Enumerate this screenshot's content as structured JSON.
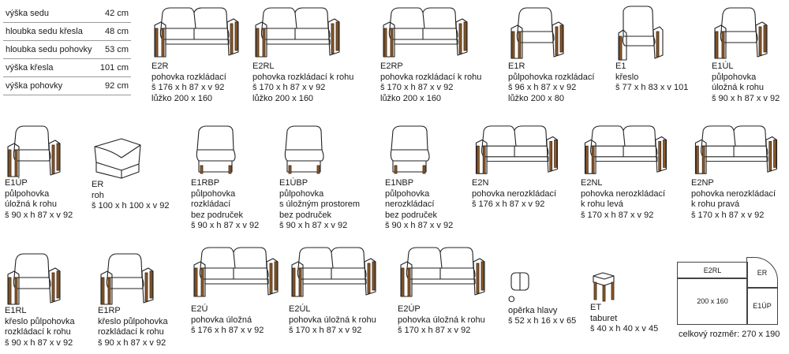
{
  "spec_table": [
    {
      "label": "výška sedu",
      "value": "42 cm"
    },
    {
      "label": "hloubka sedu křesla",
      "value": "48 cm"
    },
    {
      "label": "hloubka sedu pohovky",
      "value": "53 cm"
    },
    {
      "label": "výška křesla",
      "value": "101 cm"
    },
    {
      "label": "výška pohovky",
      "value": "92 cm"
    }
  ],
  "products": [
    {
      "code": "E2R",
      "lines": [
        "pohovka rozkládací",
        "š 176 x h 87 x v 92",
        "lůžko 200 x 160"
      ]
    },
    {
      "code": "E2RL",
      "lines": [
        "pohovka rozkládací k rohu",
        "š 170 x h 87 x v 92",
        "lůžko 200 x 160"
      ]
    },
    {
      "code": "E2RP",
      "lines": [
        "pohovka rozkládací k rohu",
        "š 170 x h 87 x v 92",
        "lůžko 200 x 160"
      ]
    },
    {
      "code": "E1R",
      "lines": [
        "půlpohovka rozkládací",
        "š 96 x h 87 x v 92",
        "lůžko 200 x 80"
      ]
    },
    {
      "code": "E1",
      "lines": [
        "křeslo",
        "š 77  x h 83  x v 101"
      ]
    },
    {
      "code": "E1ÚL",
      "lines": [
        "půlpohovka",
        "úložná k rohu",
        "š 90 x h 87 x v 92"
      ]
    },
    {
      "code": "E1ÚP",
      "lines": [
        "půlpohovka",
        "úložná k rohu",
        "š 90 x h 87 x v 92"
      ]
    },
    {
      "code": "ER",
      "lines": [
        "roh",
        "š 100 x  h 100 x v 92"
      ]
    },
    {
      "code": "E1RBP",
      "lines": [
        "půlpohovka",
        "rozkládací",
        "bez područek",
        "š 90 x h 87 x v 92"
      ]
    },
    {
      "code": "E1ÚBP",
      "lines": [
        "půlpohovka",
        "s úložným prostorem",
        "bez područek",
        "š 90 x h 87 x v 92"
      ]
    },
    {
      "code": "E1NBP",
      "lines": [
        "půlpohovka",
        "nerozkládací",
        "bez područek",
        "š 90 x h 87 x v 92"
      ]
    },
    {
      "code": "E2N",
      "lines": [
        "pohovka nerozkládací",
        "š 176 x h 87 x v 92"
      ]
    },
    {
      "code": "E2NL",
      "lines": [
        "pohovka nerozkládací",
        "k rohu levá",
        "š 170 x h 87 x v 92"
      ]
    },
    {
      "code": "E2NP",
      "lines": [
        "pohovka nerozkládací",
        "k rohu pravá",
        "š 170 x h 87 x v 92"
      ]
    },
    {
      "code": "E1RL",
      "lines": [
        "křeslo půlpohovka",
        "rozkládací k rohu",
        "š 90 x h 87 x v 92"
      ]
    },
    {
      "code": "E1RP",
      "lines": [
        "křeslo půlpohovka",
        "rozkládací k rohu",
        "š 90 x h 87 x v 92"
      ]
    },
    {
      "code": "E2Ú",
      "lines": [
        "pohovka úložná",
        "š 176 x h 87 x v 92"
      ]
    },
    {
      "code": "E2ÚL",
      "lines": [
        "pohovka úložná k rohu",
        "š 170 x h 87 x v 92"
      ]
    },
    {
      "code": "E2ÚP",
      "lines": [
        "pohovka úložná k rohu",
        "š 170 x h 87 x v 92"
      ]
    },
    {
      "code": "O",
      "lines": [
        "opěrka hlavy",
        "š 52 x h 16 x v 65"
      ]
    },
    {
      "code": "ET",
      "lines": [
        "taburet",
        "š 40 x h 40 x v 45"
      ]
    }
  ],
  "layout_diagram": {
    "labels": [
      "E2RL",
      "ER",
      "200 x 160",
      "E1ÚP"
    ],
    "total": "celkový rozměr: 270 x 190"
  }
}
